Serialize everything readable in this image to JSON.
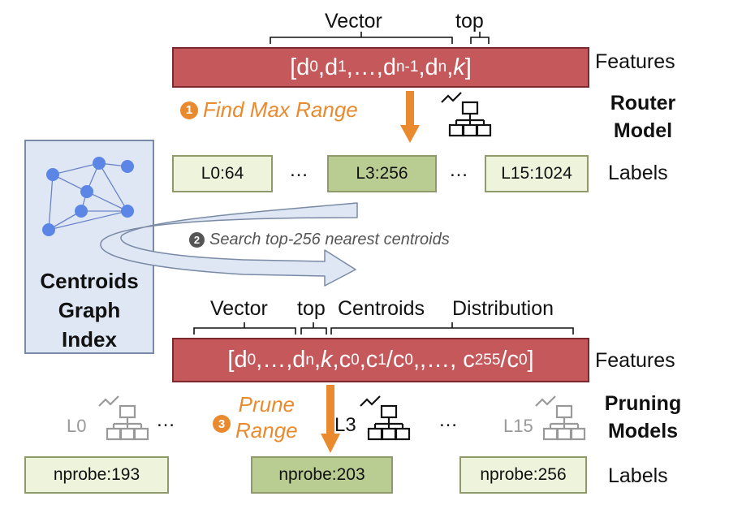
{
  "top": {
    "vector_label": "Vector",
    "top_label": "top",
    "feature_parts": {
      "d0": "d",
      "d0s": "0",
      "d1": "d",
      "d1s": "1",
      "dots": "…",
      "dn1": "d",
      "dn1s": "n-1",
      "dn": "d",
      "dns": "n",
      "k": "k"
    },
    "features_label": "Features",
    "step1_num": "1",
    "step1_text": "Find Max Range",
    "router_label_line1": "Router",
    "router_label_line2": "Model",
    "labels": [
      "L0:64",
      "L3:256",
      "L15:1024"
    ],
    "labels_dots": "…",
    "labels_side": "Labels"
  },
  "middle": {
    "step2_num": "2",
    "step2_text": "Search top-256 nearest centroids",
    "panel_title_1": "Centroids",
    "panel_title_2": "Graph",
    "panel_title_3": "Index"
  },
  "bottom": {
    "vector_label": "Vector",
    "top_label": "top",
    "centroids_label": "Centroids",
    "distribution_label": "Distribution",
    "features_label": "Features",
    "step3_num": "3",
    "step3_text_1": "Prune",
    "step3_text_2": "Range",
    "models": [
      "L0",
      "L3",
      "L15"
    ],
    "models_dots": "…",
    "pruning_label_line1": "Pruning",
    "pruning_label_line2": "Models",
    "labels": [
      "nprobe:193",
      "nprobe:203",
      "nprobe:256"
    ],
    "labels_side": "Labels"
  },
  "colors": {
    "feature_bar": "#c5585a",
    "label_box": "#eef3dc",
    "label_box_highlight": "#b9cc92",
    "step_accent": "#ea8a2e",
    "panel_bg": "#dfe7f5",
    "node": "#5b86e5"
  }
}
